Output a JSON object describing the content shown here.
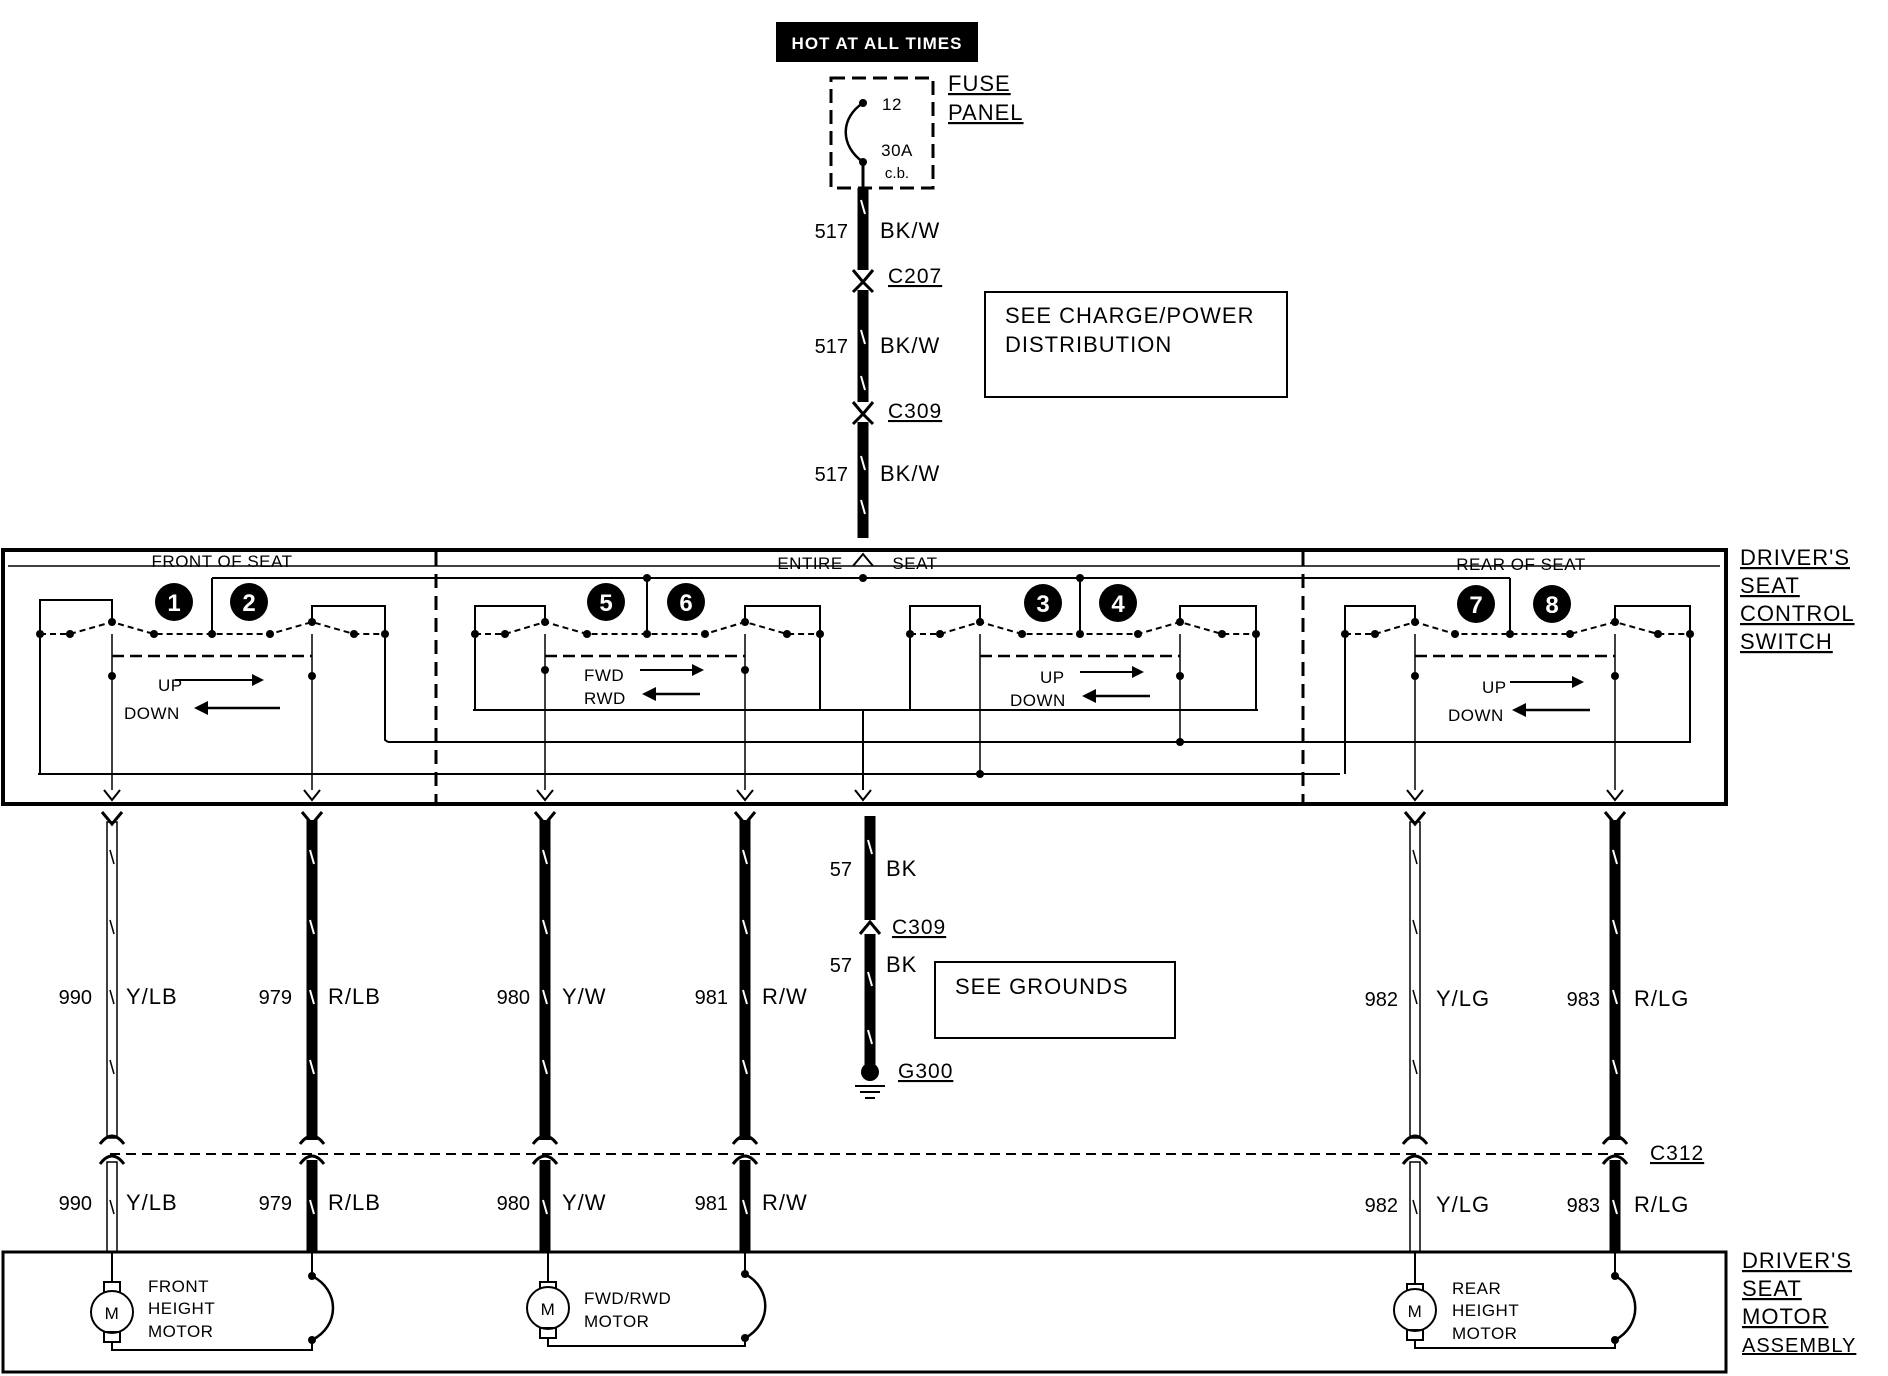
{
  "hot_label": "HOT AT ALL TIMES",
  "fuse": {
    "panel_line1": "FUSE",
    "panel_line2": "PANEL",
    "number": "12",
    "rating": "30A",
    "type": "c.b."
  },
  "feed_segments": [
    {
      "circuit": "517",
      "color": "BK/W"
    },
    {
      "circuit": "517",
      "color": "BK/W"
    },
    {
      "circuit": "517",
      "color": "BK/W"
    }
  ],
  "connectors": {
    "c207": "C207",
    "c309_top": "C309",
    "c309_ground": "C309",
    "c312": "C312",
    "g300": "G300"
  },
  "notes": {
    "charge_line1": "SEE CHARGE/POWER",
    "charge_line2": "DISTRIBUTION",
    "grounds": "SEE GROUNDS"
  },
  "switch": {
    "label": [
      "DRIVER'S",
      "SEAT",
      "CONTROL",
      "SWITCH"
    ],
    "sections": {
      "front": "FRONT OF SEAT",
      "entire": "ENTIRE",
      "entire2": "SEAT",
      "rear": "REAR OF SEAT"
    },
    "contacts": [
      "1",
      "2",
      "5",
      "6",
      "3",
      "4",
      "7",
      "8"
    ],
    "arrows": {
      "front_up": "UP",
      "front_down": "DOWN",
      "fwd": "FWD",
      "rwd": "RWD",
      "mid_up": "UP",
      "mid_down": "DOWN",
      "rear_up": "UP",
      "rear_down": "DOWN"
    }
  },
  "ground_wire": [
    {
      "circuit": "57",
      "color": "BK"
    },
    {
      "circuit": "57",
      "color": "BK"
    }
  ],
  "motor_wires_upper": [
    {
      "circuit": "990",
      "color": "Y/LB"
    },
    {
      "circuit": "979",
      "color": "R/LB"
    },
    {
      "circuit": "980",
      "color": "Y/W"
    },
    {
      "circuit": "981",
      "color": "R/W"
    },
    {
      "circuit": "982",
      "color": "Y/LG"
    },
    {
      "circuit": "983",
      "color": "R/LG"
    }
  ],
  "motor_wires_lower": [
    {
      "circuit": "990",
      "color": "Y/LB"
    },
    {
      "circuit": "979",
      "color": "R/LB"
    },
    {
      "circuit": "980",
      "color": "Y/W"
    },
    {
      "circuit": "981",
      "color": "R/W"
    },
    {
      "circuit": "982",
      "color": "Y/LG"
    },
    {
      "circuit": "983",
      "color": "R/LG"
    }
  ],
  "motor_assembly": {
    "label": [
      "DRIVER'S",
      "SEAT",
      "MOTOR",
      "ASSEMBLY"
    ],
    "motor_symbol": "M",
    "front": [
      "FRONT",
      "HEIGHT",
      "MOTOR"
    ],
    "fwdrwd": [
      "FWD/RWD",
      "MOTOR"
    ],
    "rear": [
      "REAR",
      "HEIGHT",
      "MOTOR"
    ]
  }
}
